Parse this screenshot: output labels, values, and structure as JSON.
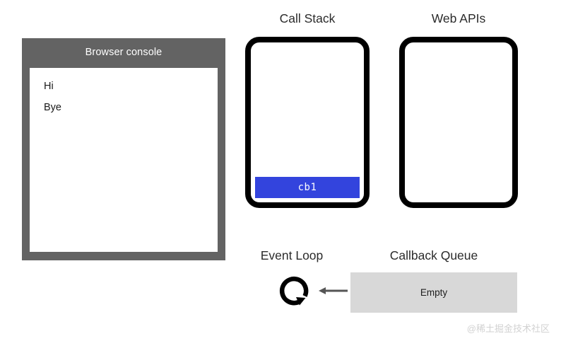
{
  "page": {
    "background_color": "#ffffff",
    "watermark": "@稀土掘金技术社区"
  },
  "console_panel": {
    "title": "Browser console",
    "panel_color": "#636363",
    "screen_color": "#ffffff",
    "lines": [
      {
        "text": "Hi"
      },
      {
        "text": "Bye"
      }
    ]
  },
  "call_stack": {
    "caption": "Call Stack",
    "border_color": "#000000",
    "frames": [
      {
        "label": "cb1",
        "color": "#3344dd"
      }
    ]
  },
  "web_apis": {
    "caption": "Web APIs",
    "border_color": "#000000",
    "frames": []
  },
  "event_loop": {
    "caption": "Event Loop",
    "icon": "circular-arrow-icon",
    "icon_color": "#000000"
  },
  "callback_queue": {
    "caption": "Callback Queue",
    "status": "Empty",
    "box_color": "#d8d8d8",
    "arrow_color": "#555555",
    "arrow_direction": "left"
  }
}
